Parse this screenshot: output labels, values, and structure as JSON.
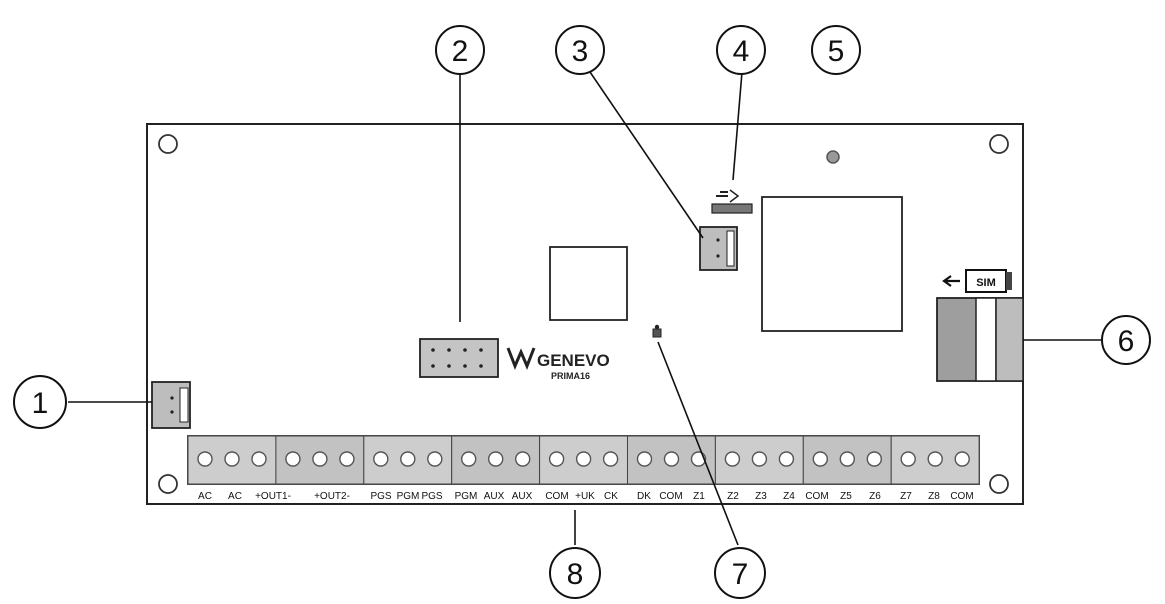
{
  "board": {
    "logo_text": "GENEVO",
    "logo_subtext": "PRIMA16",
    "sim_label": "SIM"
  },
  "callouts": [
    "1",
    "2",
    "3",
    "4",
    "5",
    "6",
    "7",
    "8"
  ],
  "terminal_labels": [
    "AC",
    "AC",
    "+OUT1-",
    "+OUT2-",
    "PGS",
    "PGM",
    "PGS",
    "PGM",
    "AUX",
    "AUX",
    "COM",
    "+UK",
    "CK",
    "DK",
    "COM",
    "Z1",
    "Z2",
    "Z3",
    "Z4",
    "COM",
    "Z5",
    "Z6",
    "Z7",
    "Z8",
    "COM"
  ]
}
